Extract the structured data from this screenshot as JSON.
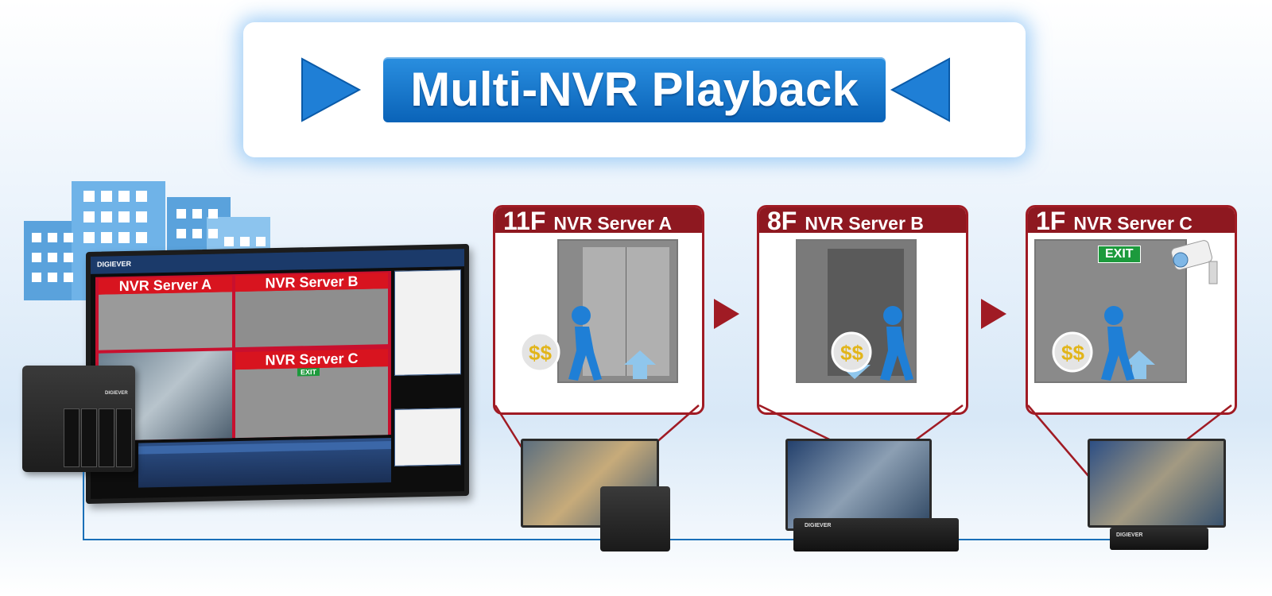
{
  "title": "Multi-NVR Playback",
  "colors": {
    "accent_blue": "#0a63b8",
    "panel_red": "#8e1820",
    "tag_red": "#d8141f",
    "line_blue": "#1a6fb8"
  },
  "main_monitor": {
    "brand": "DIGIEVER",
    "tags": [
      "NVR Server A",
      "NVR Server B",
      "NVR Server C"
    ],
    "exit_sign": "EXIT"
  },
  "panels": [
    {
      "floor": "11F",
      "server": "NVR Server A",
      "motion": "arrow-up"
    },
    {
      "floor": "8F",
      "server": "NVR Server B",
      "motion": "arrow-down"
    },
    {
      "floor": "1F",
      "server": "NVR Server C",
      "motion": "arrow-up",
      "exit_sign": "EXIT"
    }
  ],
  "devices": {
    "brand": "DIGIEVER"
  }
}
